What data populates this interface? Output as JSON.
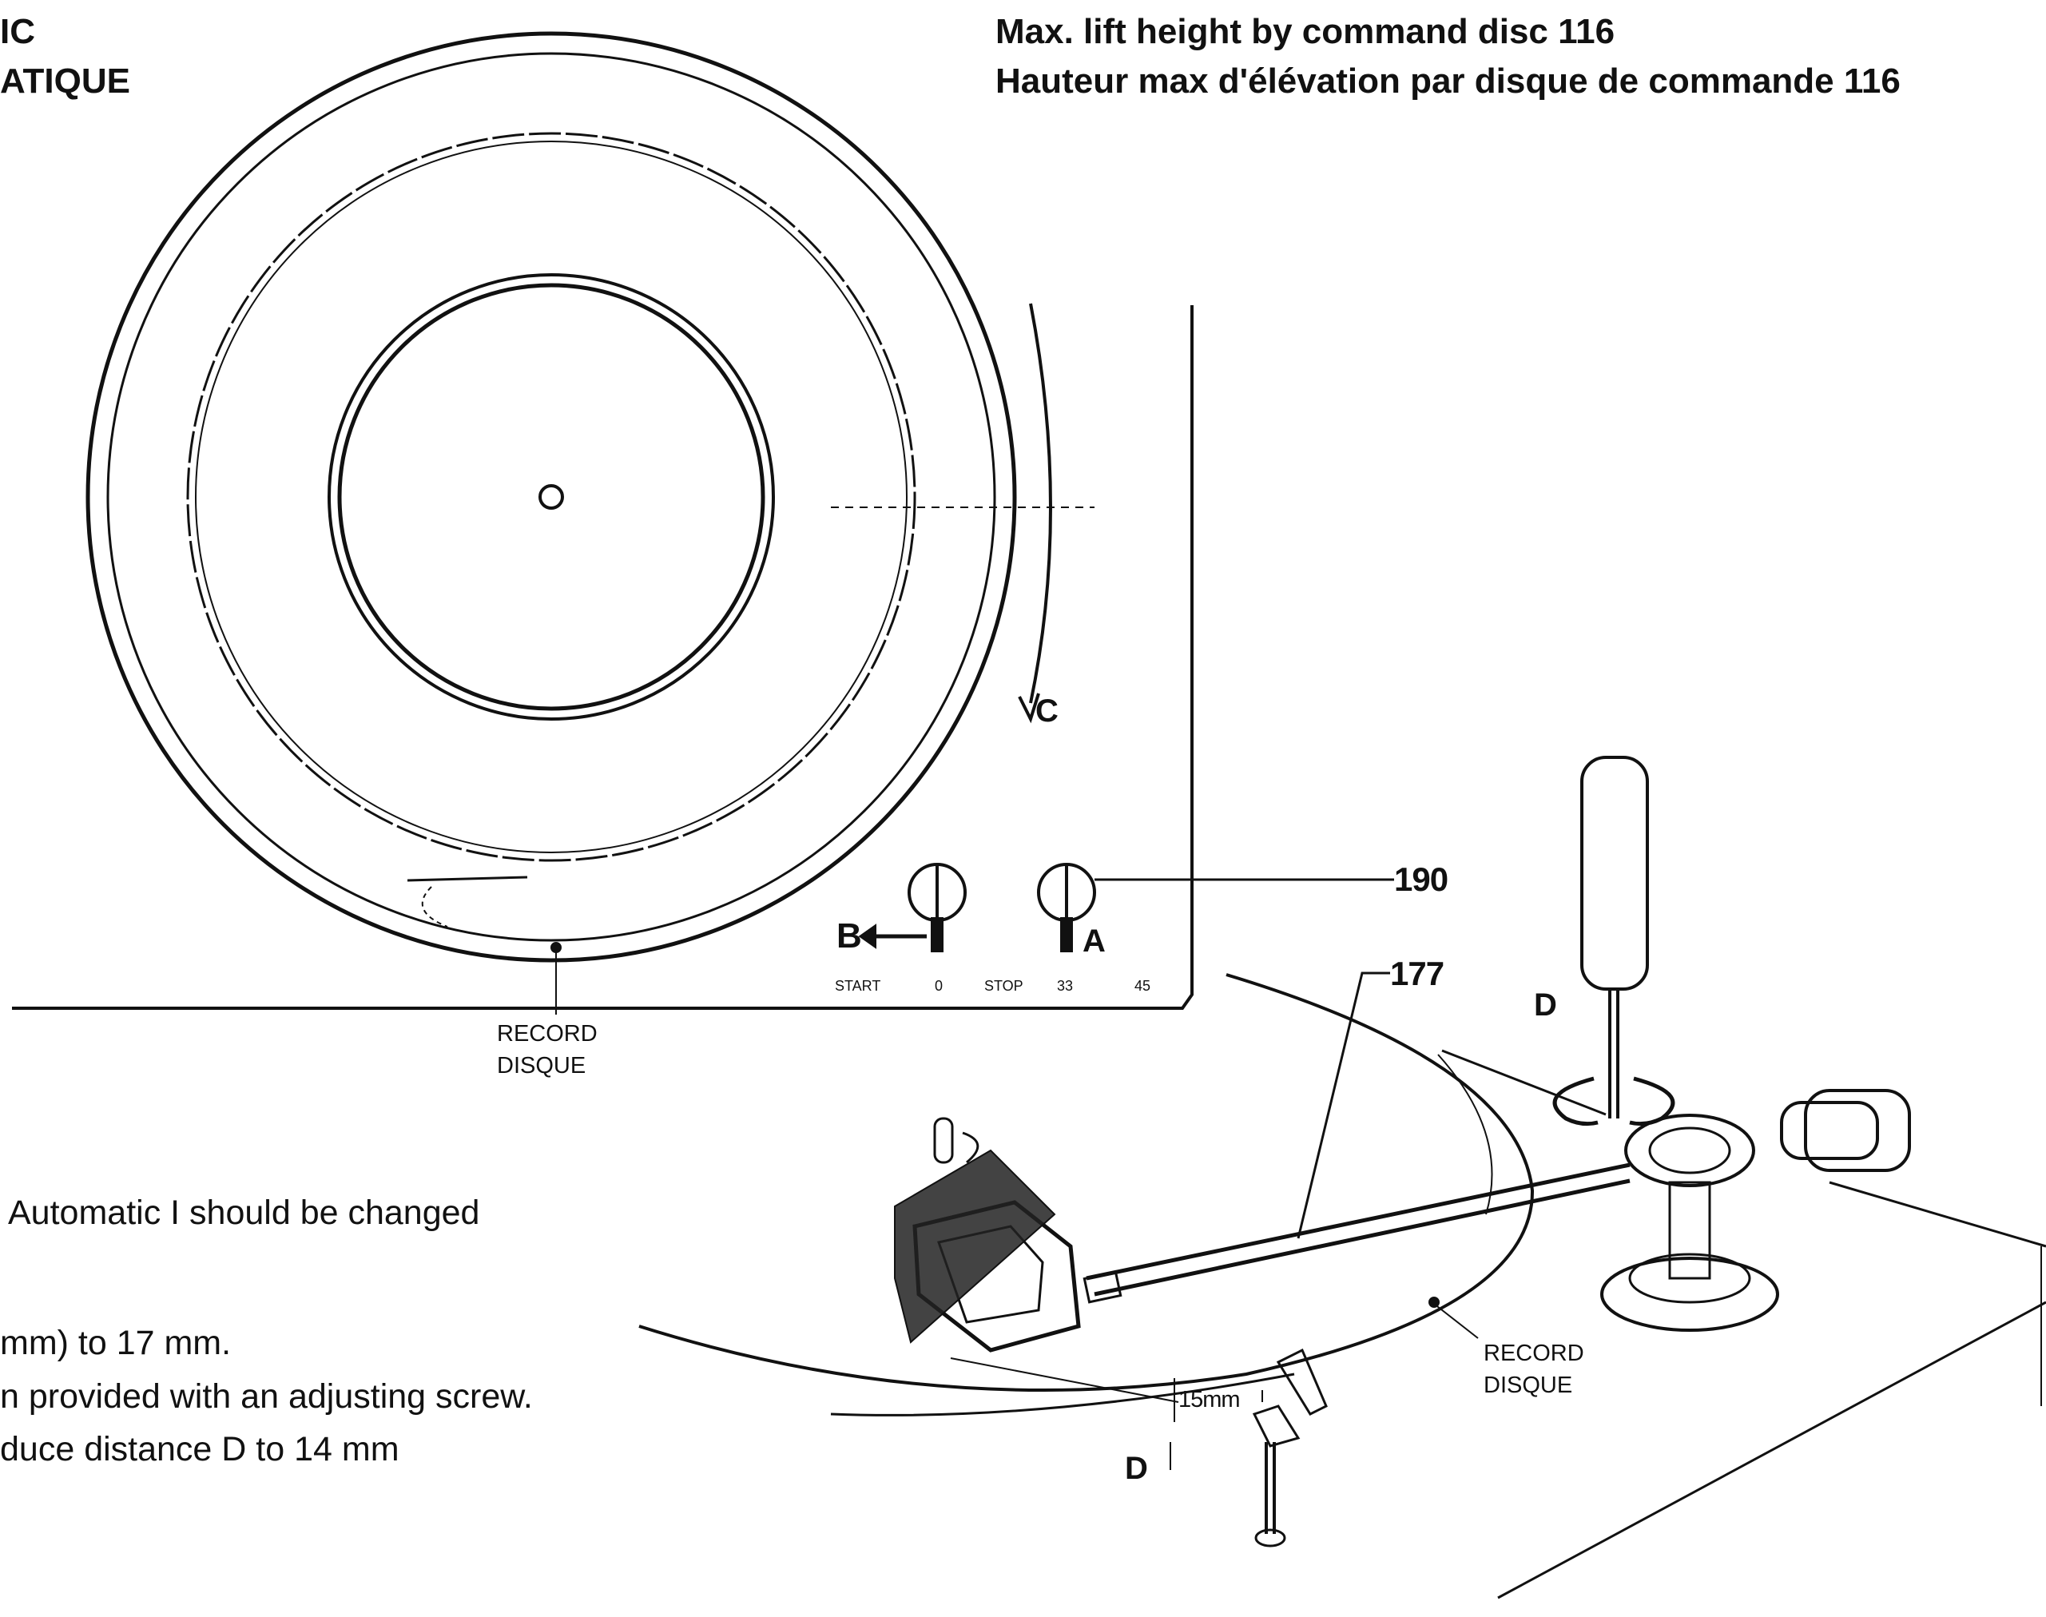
{
  "header": {
    "left_line1": "IC",
    "left_line2": "ATIQUE",
    "right_line1": "Max. lift height by command disc 116",
    "right_line2": "Hauteur max d'élévation par disque de commande 116"
  },
  "labels": {
    "direction_c": "C",
    "knob_b": "B",
    "knob_a": "A",
    "scale_start": "START",
    "scale_0": "0",
    "scale_stop": "STOP",
    "scale_33": "33",
    "scale_45": "45",
    "ref_190": "190",
    "ref_177": "177",
    "d_top": "D",
    "d_bottom": "D",
    "measure_15mm": "15mm",
    "record_top_line1": "RECORD",
    "record_top_line2": "DISQUE",
    "record_bottom_line1": "RECORD",
    "record_bottom_line2": "DISQUE"
  },
  "notes": {
    "line1": "Automatic I should be changed",
    "line2": "mm) to 17 mm.",
    "line3": "n provided with an adjusting screw.",
    "line4": "duce distance D to 14 mm"
  }
}
